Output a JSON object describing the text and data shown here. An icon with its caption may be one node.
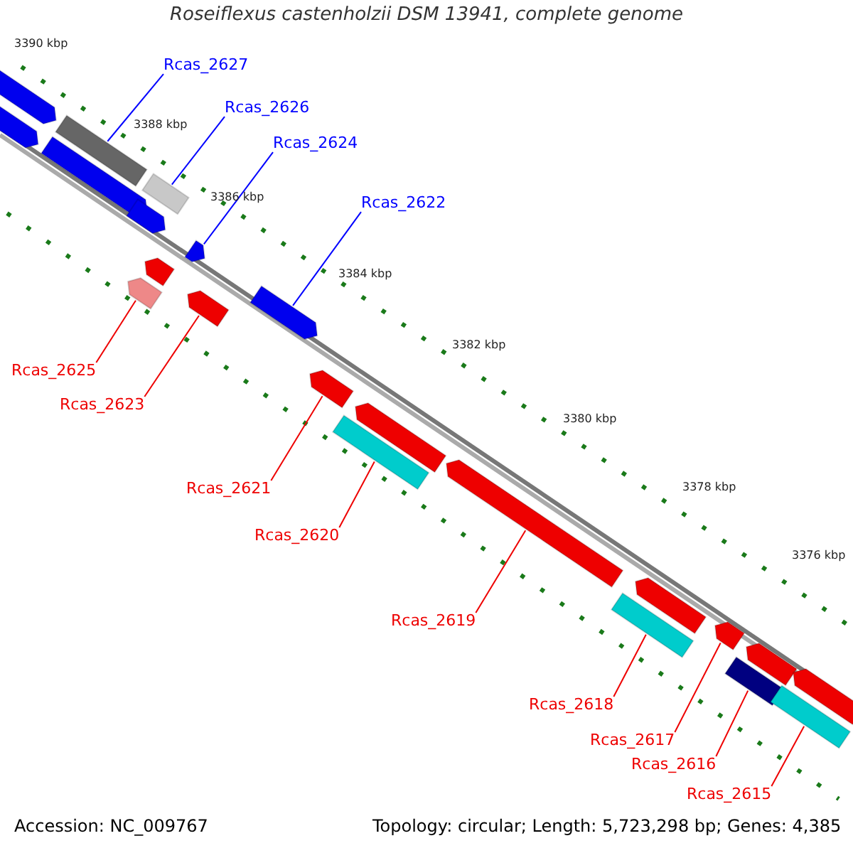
{
  "diagram": {
    "title": "Roseiflexus castenholzii DSM 13941, complete genome",
    "nodes": [
      {
        "text": [
          "Rcas_2627"
        ]
      },
      {
        "text": [],
        "shape": "bar"
      },
      {
        "text": [
          "Rcas_2626"
        ]
      },
      {
        "text": [],
        "shape": "bar"
      },
      {
        "text": [
          "Rcas_2624"
        ]
      },
      {
        "text": [],
        "shape": "bar"
      },
      {
        "text": [
          "Rcas_2622"
        ]
      },
      {
        "text": [],
        "shape": "bar"
      },
      {
        "text": [
          "Rcas_2625"
        ]
      },
      {
        "text": [],
        "shape": "bar"
      },
      {
        "text": [
          "Rcas_2623"
        ]
      },
      {
        "text": [],
        "shape": "bar"
      },
      {
        "text": [
          "Rcas_2621"
        ]
      },
      {
        "text": [],
        "shape": "bar"
      },
      {
        "text": [
          "Rcas_2620"
        ]
      },
      {
        "text": [],
        "shape": "bar"
      },
      {
        "text": [
          "Rcas_2619"
        ]
      },
      {
        "text": [],
        "shape": "bar"
      },
      {
        "text": [
          "Rcas_2618"
        ]
      },
      {
        "text": [],
        "shape": "bar"
      },
      {
        "text": [
          "Rcas_2617"
        ]
      },
      {
        "text": [],
        "shape": "bar"
      },
      {
        "text": [
          "Rcas_2616"
        ]
      },
      {
        "text": [],
        "shape": "bar"
      },
      {
        "text": [
          "Rcas_2615"
        ]
      },
      {
        "text": [],
        "shape": "bar"
      },
      {
        "text": [],
        "shape": "bar"
      },
      {
        "text": [],
        "shape": "bar"
      },
      {
        "text": [],
        "shape": "bar"
      },
      {
        "text": [],
        "shape": "bar"
      },
      {
        "text": [],
        "shape": "bar"
      },
      {
        "text": [],
        "shape": "bar"
      },
      {
        "text": [],
        "shape": "bar"
      },
      {
        "text": [],
        "shape": "bar"
      },
      {
        "text": [],
        "shape": "bar"
      }
    ],
    "edges": [
      {
        "from": 0,
        "to": 1,
        "arrow": "none",
        "color": "#0000ff"
      },
      {
        "from": 2,
        "to": 3,
        "arrow": "none",
        "color": "#0000ff"
      },
      {
        "from": 4,
        "to": 5,
        "arrow": "none",
        "color": "#0000ff"
      },
      {
        "from": 6,
        "to": 7,
        "arrow": "none",
        "color": "#0000ff"
      },
      {
        "from": 8,
        "to": 9,
        "arrow": "none"
      },
      {
        "from": 10,
        "to": 11,
        "arrow": "none"
      },
      {
        "from": 12,
        "to": 13,
        "arrow": "none"
      },
      {
        "from": 14,
        "to": 15,
        "arrow": "none"
      },
      {
        "from": 16,
        "to": 17,
        "arrow": "none"
      },
      {
        "from": 18,
        "to": 19,
        "arrow": "none"
      },
      {
        "from": 20,
        "to": 21,
        "arrow": "none"
      },
      {
        "from": 22,
        "to": 23,
        "arrow": "none"
      },
      {
        "from": 24,
        "to": 25,
        "arrow": "none"
      }
    ],
    "labels": [
      "3390 kbp",
      "3388 kbp",
      "3386 kbp",
      "3384 kbp",
      "3382 kbp",
      "3380 kbp",
      "3378 kbp",
      "3376 kbp",
      "Accession: NC_009767",
      "Topology: circular; Length: 5,723,298 bp; Genes: 4,385"
    ]
  }
}
